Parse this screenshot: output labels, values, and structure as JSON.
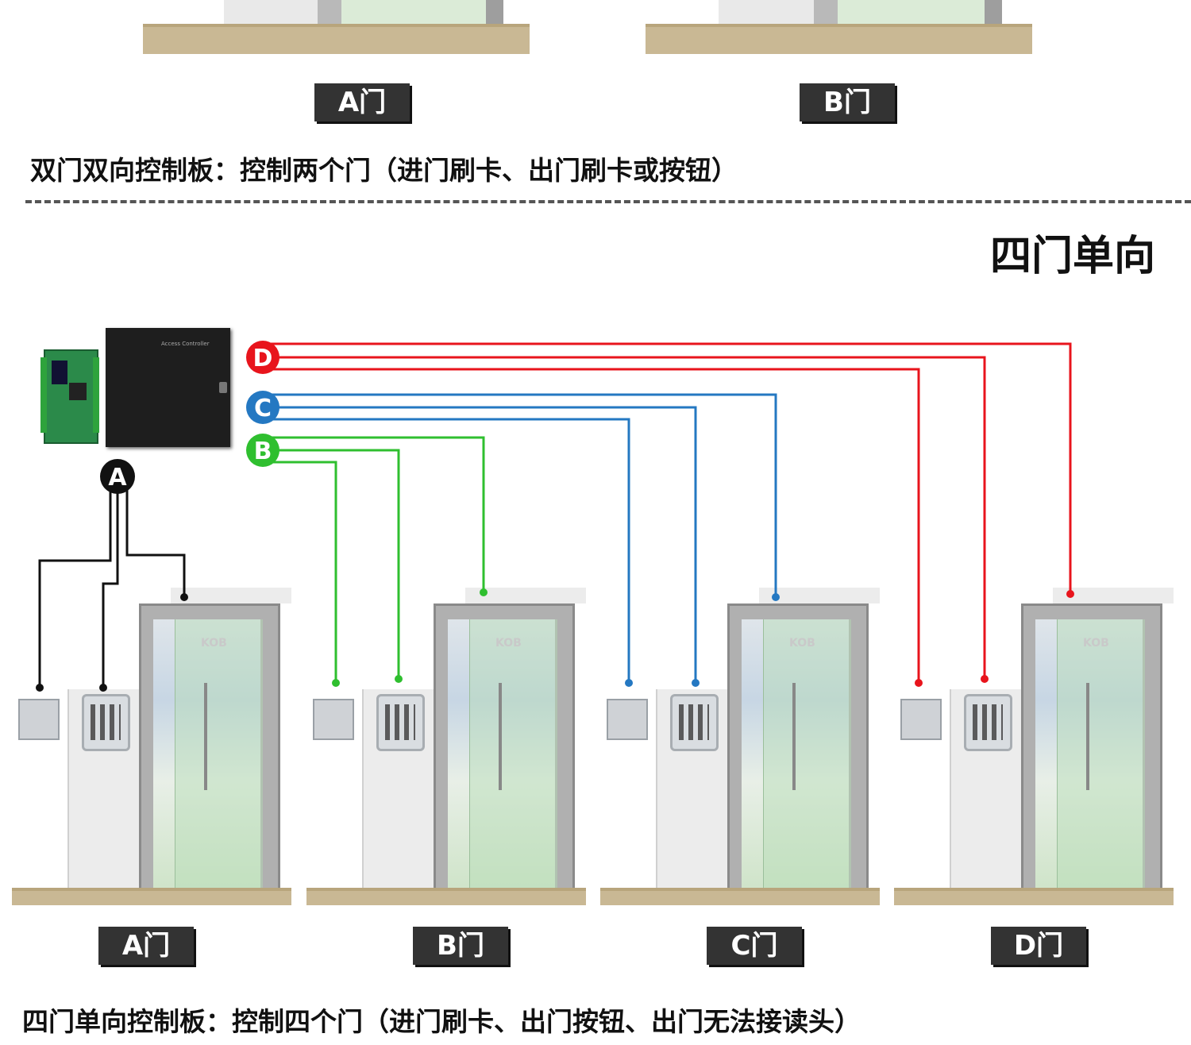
{
  "top_section": {
    "door_labels": [
      "A门",
      "B门"
    ],
    "caption": "双门双向控制板：控制两个门（进门刷卡、出门刷卡或按钮）"
  },
  "bottom_section": {
    "heading": "四门单向",
    "caption": "四门单向控制板：控制四个门（进门刷卡、出门按钮、出门无法接读头）",
    "door_labels": [
      "A门",
      "B门",
      "C门",
      "D门"
    ],
    "controller_label": "Access Controller",
    "brand_watermark": "KOB",
    "wire_groups": [
      {
        "id": "A",
        "color": "#000000"
      },
      {
        "id": "B",
        "color": "#2fbf2f"
      },
      {
        "id": "C",
        "color": "#2478c2"
      },
      {
        "id": "D",
        "color": "#e8141c"
      }
    ]
  }
}
